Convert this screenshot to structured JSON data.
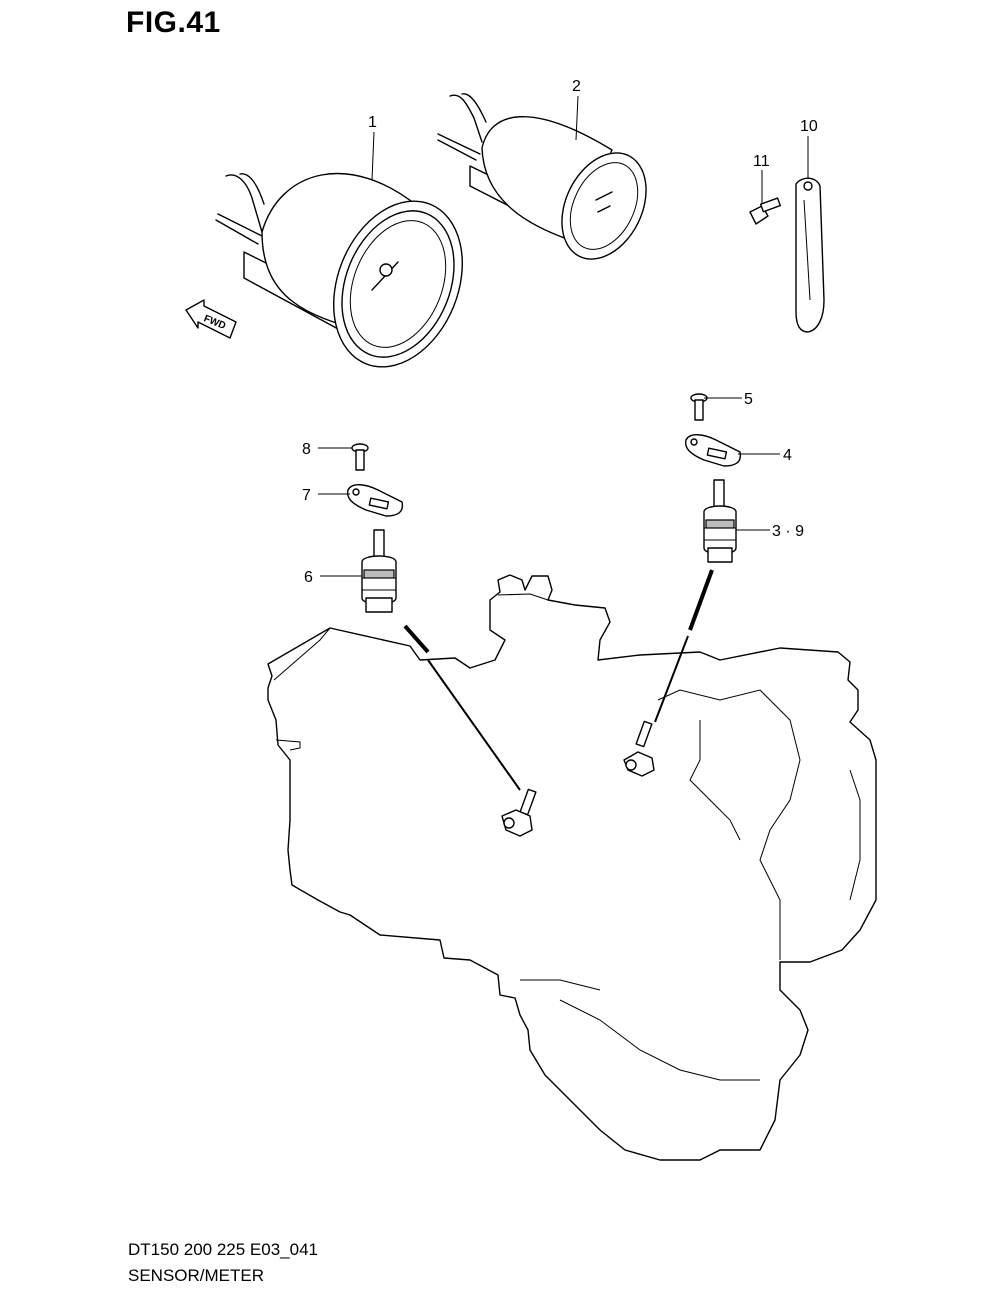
{
  "figure": {
    "title": "FIG.41"
  },
  "footer": {
    "model_code": "DT150 200 225 E03_041",
    "section_name": "SENSOR/METER"
  },
  "fwd_label": "FWD",
  "callouts": {
    "c1": "1",
    "c2": "2",
    "c3": "3 · 9",
    "c4": "4",
    "c5": "5",
    "c6": "6",
    "c7": "7",
    "c8": "8",
    "c10": "10",
    "c11": "11"
  }
}
